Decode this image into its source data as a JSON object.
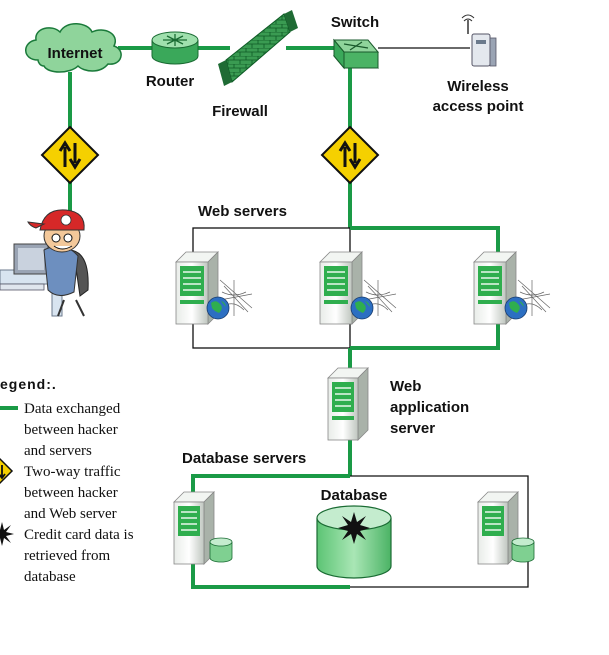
{
  "labels": {
    "internet": "Internet",
    "router": "Router",
    "firewall": "Firewall",
    "switch": "Switch",
    "wireless_1": "Wireless",
    "wireless_2": "access point",
    "web_servers": "Web servers",
    "web_app_1": "Web",
    "web_app_2": "application",
    "web_app_3": "server",
    "database_servers": "Database servers",
    "database": "Database"
  },
  "legend": {
    "title": "egend:.",
    "item1": [
      "Data exchanged",
      "between hacker",
      "and servers"
    ],
    "item2": [
      "Two-way traffic",
      "between hacker",
      "and Web server"
    ],
    "item3": [
      "Credit card data is",
      "retrieved from",
      "database"
    ]
  },
  "colors": {
    "link_green": "#1a9a46",
    "warning_yellow": "#f5d000",
    "server_green": "#2fae4e",
    "cloud_green": "#8fd49b",
    "firewall_green": "#2e8f47",
    "black": "#111111"
  }
}
